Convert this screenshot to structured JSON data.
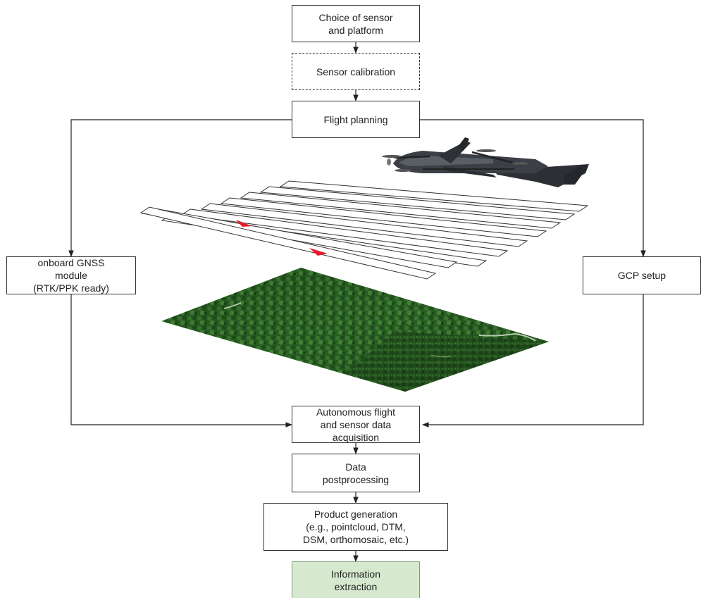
{
  "nodes": {
    "sensor_choice": "Choice of sensor\nand platform",
    "calibration": "Sensor calibration",
    "flight_planning": "Flight planning",
    "gnss": "onboard GNSS\nmodule\n(RTK/PPK ready)",
    "gcp": "GCP setup",
    "autonomous": "Autonomous flight\nand sensor data\nacquisition",
    "postprocessing": "Data\npostprocessing",
    "product_title": "Product generation",
    "product_detail": "(e.g., pointcloud, DTM,\nDSM, orthomosaic, etc.)",
    "information": "Information\nextraction"
  },
  "colors": {
    "information_fill": "#d6e9cf",
    "stroke": "#333333",
    "flight_line_arrow": "#e8192c",
    "drone_body": "#3a3d42",
    "canopy": "#2a5a22"
  },
  "icons": [
    "fixed-wing-vtol-drone-illustration",
    "flight-line-pattern-illustration",
    "forest-orthomosaic-illustration"
  ]
}
